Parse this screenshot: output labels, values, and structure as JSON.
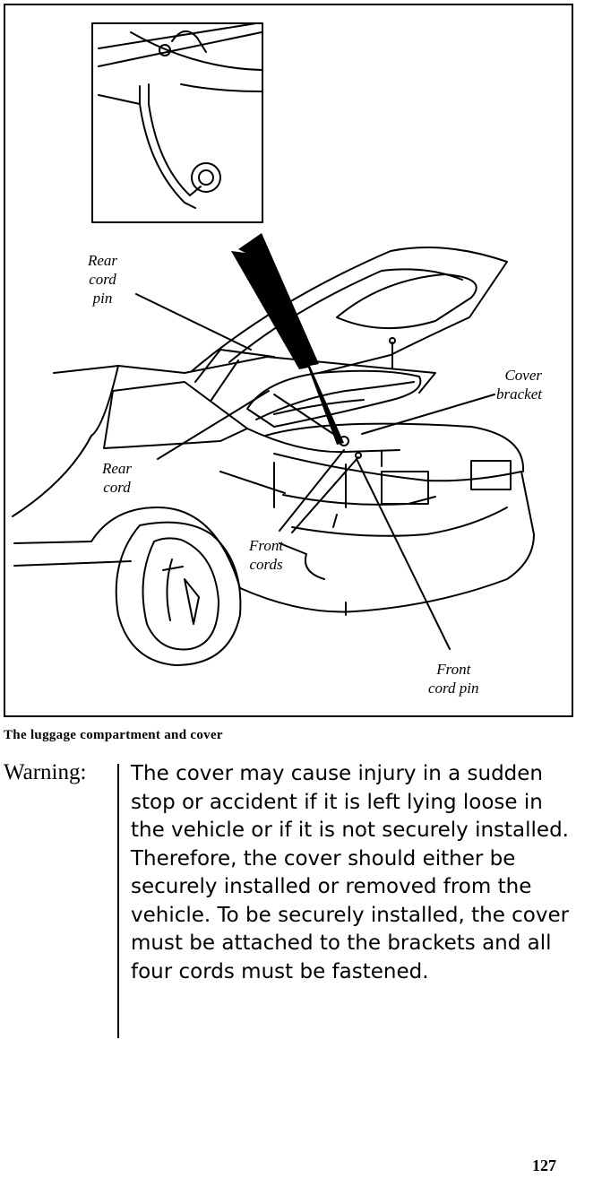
{
  "figure": {
    "labels": {
      "rear_cord_pin": "Rear\ncord\npin",
      "cover_bracket": "Cover\nbracket",
      "rear_cord": "Rear\ncord",
      "front_cords": "Front\ncords",
      "front_cord_pin": "Front\ncord pin"
    },
    "caption": "The luggage compartment and cover"
  },
  "warning": {
    "label": "Warning:",
    "text": "The cover may cause injury in a sudden stop or accident if it is left lying loose in the vehicle or if it is not securely installed. Therefore, the cover should either be securely installed or removed from the vehicle. To be securely installed, the cover must be attached to the brackets and all four cords must be fastened."
  },
  "page": {
    "number": "127"
  }
}
